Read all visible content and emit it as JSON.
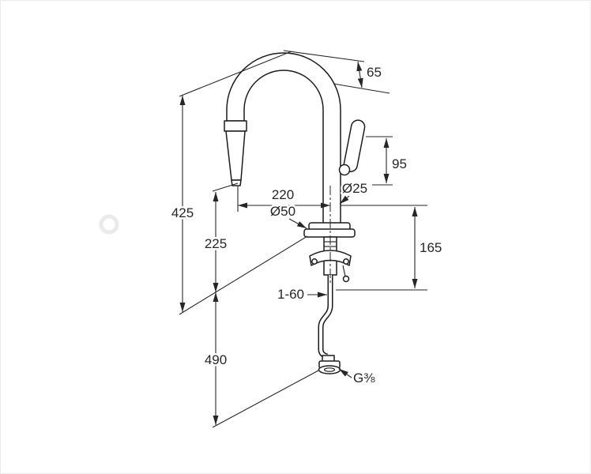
{
  "page": {
    "background": "#ffffff",
    "line_color": "#1c1c1c",
    "dim_color": "#262626"
  },
  "drawing": {
    "labels": {
      "spout_top_offset": "65",
      "spray_head_length": "95",
      "spout_reach": "220",
      "spout_diameter": "Ø25",
      "base_diameter": "Ø50",
      "total_height": "425",
      "outlet_height": "225",
      "right_height": "165",
      "deck_thickness_range": "1-60",
      "hose_length": "490",
      "thread_size": "G⅜"
    }
  }
}
